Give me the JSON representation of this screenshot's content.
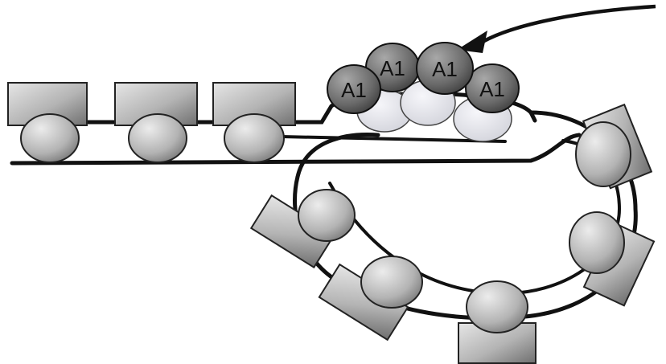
{
  "diagram": {
    "molecule_label": "A1",
    "molecules": [
      {
        "label": "A1"
      },
      {
        "label": "A1"
      },
      {
        "label": "A1"
      },
      {
        "label": "A1"
      }
    ],
    "colors": {
      "strand": "#111111",
      "block_light": "#d9d9d9",
      "block_dark": "#8a8a8a",
      "ball_light": "#e2e2e2",
      "ball_dark": "#7e7e7e",
      "a1_light": "#9a9a9a",
      "a1_dark": "#3c3c3c",
      "pale_ball": "#ececf2"
    },
    "icons": [
      "arrow-icon"
    ]
  }
}
